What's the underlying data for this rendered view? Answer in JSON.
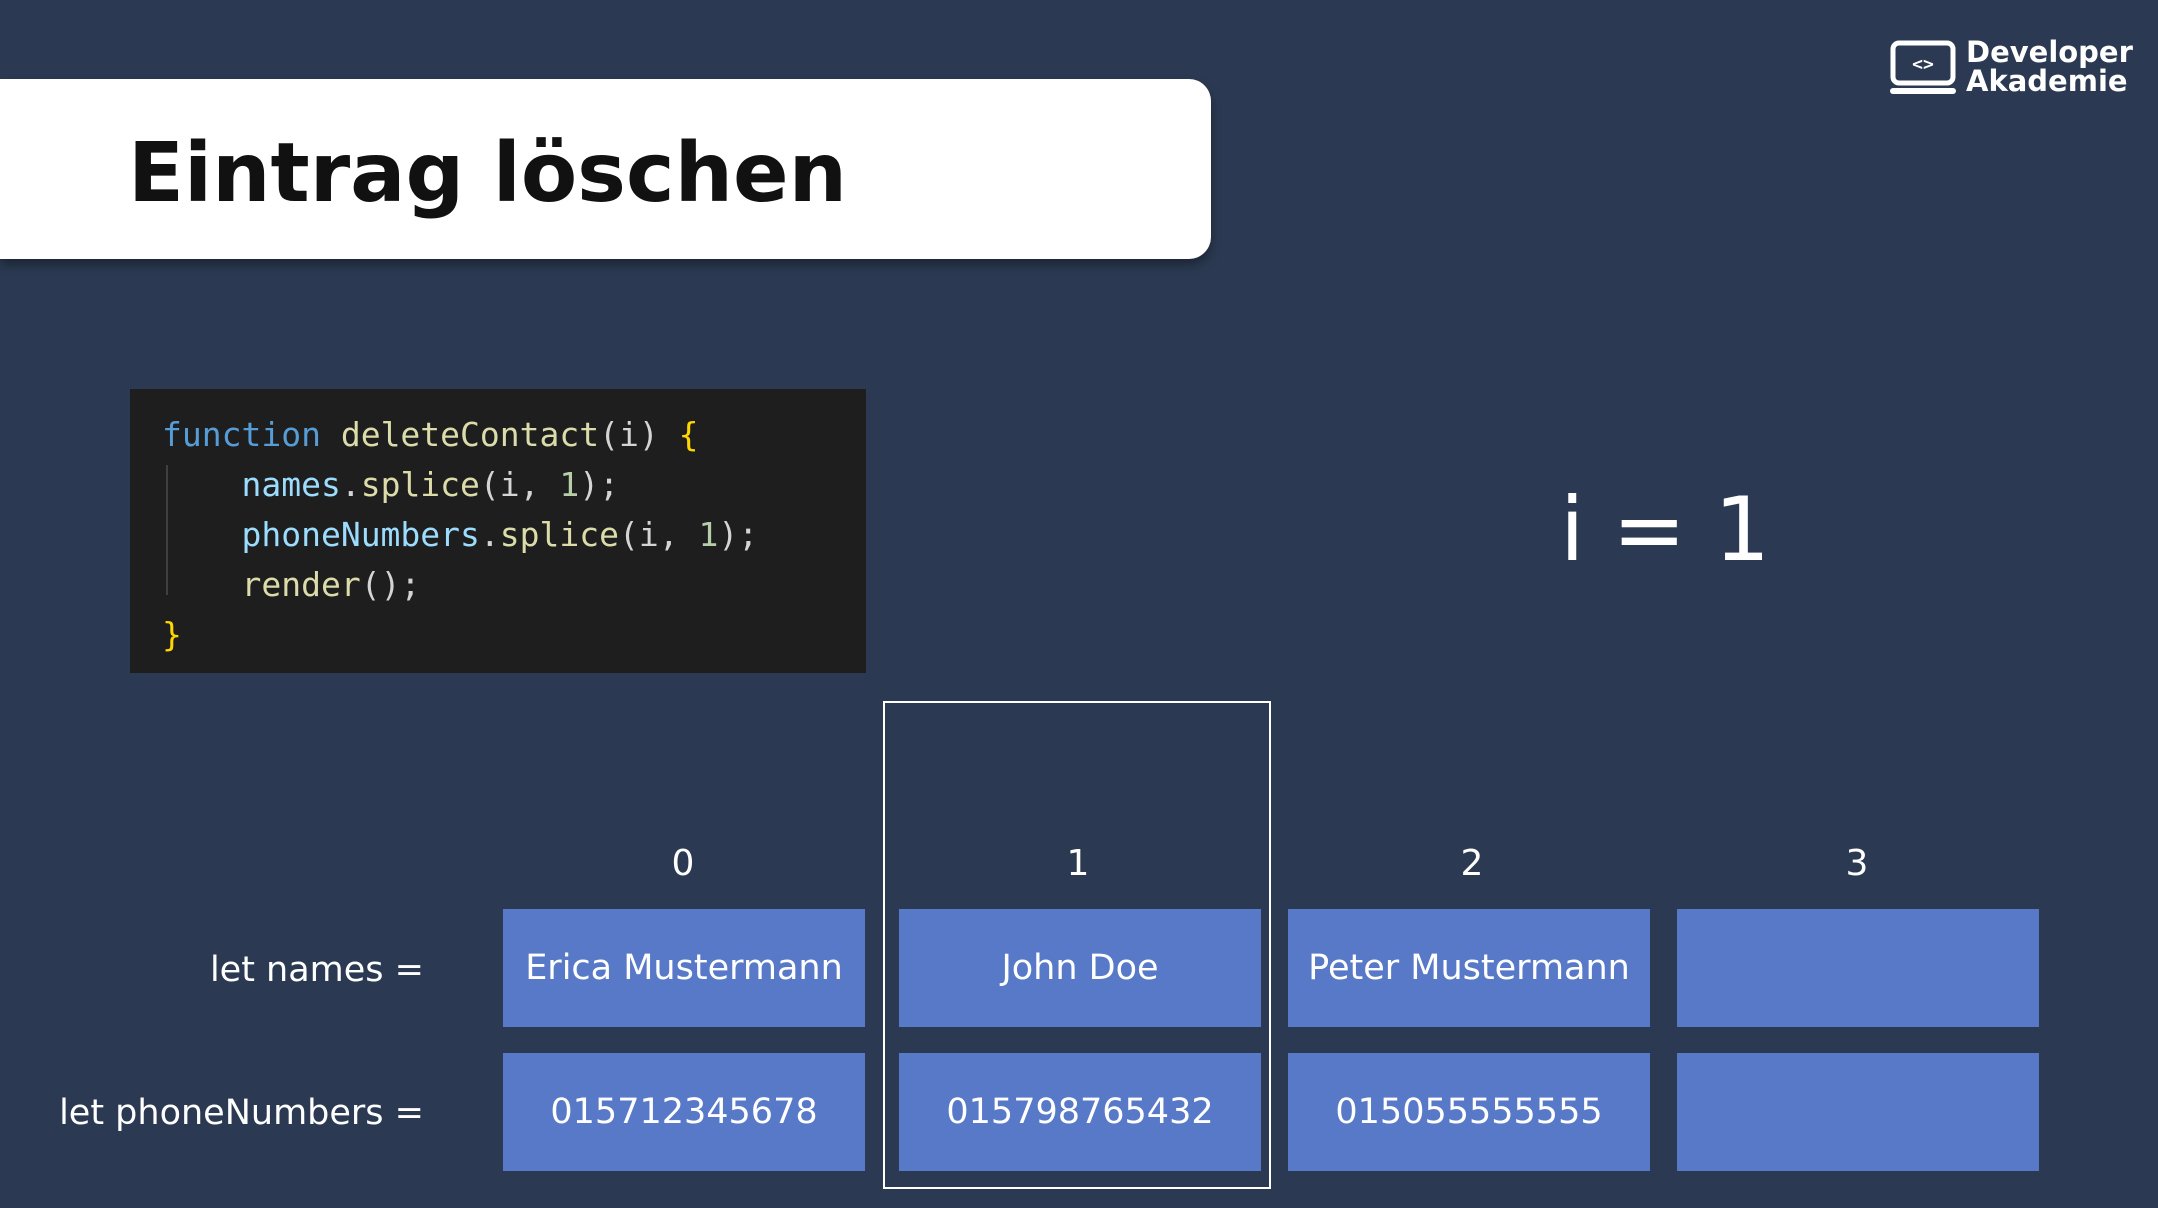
{
  "slide": {
    "title": "Eintrag löschen",
    "brand": {
      "line1": "Developer",
      "line2": "Akademie",
      "icon_glyph": "<>"
    },
    "code": {
      "line1": {
        "keyword": "function",
        "name": "deleteContact",
        "params": "(i)",
        "open": "{"
      },
      "line2": {
        "object": "names",
        "method": "splice",
        "args_open": "(i, ",
        "num": "1",
        "args_close": ");"
      },
      "line3": {
        "object": "phoneNumbers",
        "method": "splice",
        "args_open": "(i, ",
        "num": "1",
        "args_close": ");"
      },
      "line4": {
        "name": "render",
        "rest": "();"
      },
      "line5": {
        "close": "}"
      }
    },
    "index_note": "i = 1",
    "indices": [
      "0",
      "1",
      "2",
      "3"
    ],
    "names_label": "let names =",
    "phones_label": "let phoneNumbers =",
    "names": [
      "Erica Mustermann",
      "John Doe",
      "Peter Mustermann",
      ""
    ],
    "phoneNumbers": [
      "015712345678",
      "015798765432",
      "015055555555",
      ""
    ],
    "highlighted_index": 1
  },
  "colors": {
    "background": "#2b3a52",
    "cell": "#5878c8",
    "code_background": "#1e1e1e"
  }
}
